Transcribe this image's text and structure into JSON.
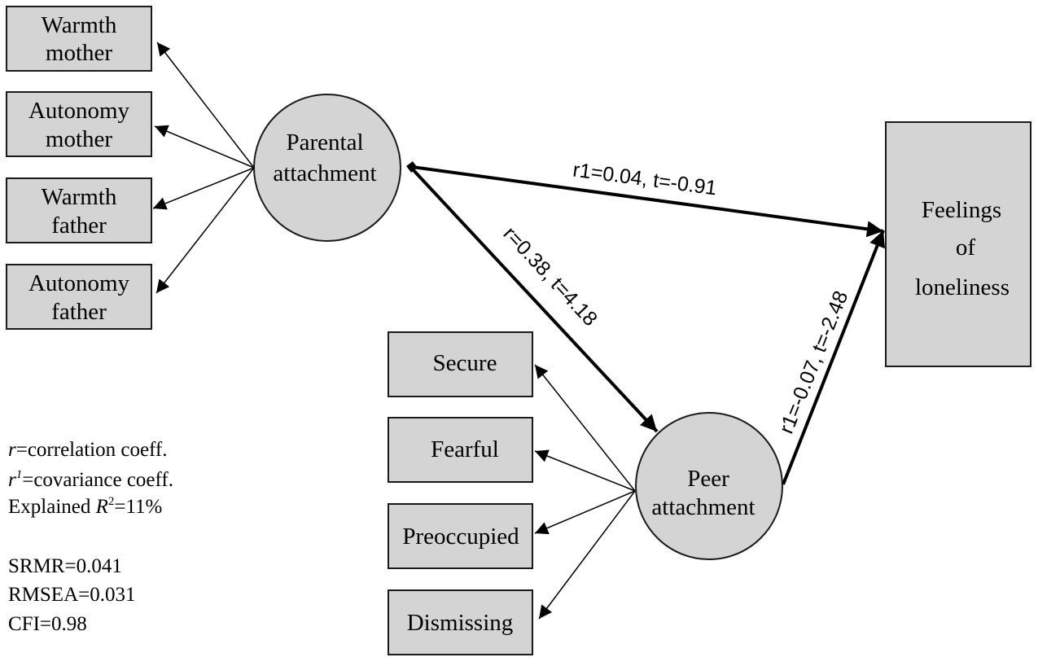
{
  "boxes": {
    "warmth_mother": [
      "Warmth",
      "mother"
    ],
    "autonomy_mother": [
      "Autonomy",
      "mother"
    ],
    "warmth_father": [
      "Warmth",
      "father"
    ],
    "autonomy_father": [
      "Autonomy",
      "father"
    ],
    "secure": "Secure",
    "fearful": "Fearful",
    "preoccupied": "Preoccupied",
    "dismissing": "Dismissing",
    "loneliness": [
      "Feelings",
      "of",
      "loneliness"
    ]
  },
  "nodes": {
    "parental": [
      "Parental",
      "attachment"
    ],
    "peer": [
      "Peer",
      "attachment"
    ]
  },
  "edges": {
    "parental_to_loneliness": "r1=0.04, t=-0.91",
    "parental_to_peer": "r=0.38, t=4.18",
    "peer_to_loneliness": "r1=-0.07, t=-2.48"
  },
  "legend": {
    "r_symbol": "r",
    "r_text": "=correlation coeff.",
    "r1_symbol": "r",
    "r1_sup": "1",
    "r1_text": "=covariance   coeff.",
    "explained_prefix": "Explained ",
    "explained_symbol": "R",
    "explained_sup": "2",
    "explained_suffix": "=11%",
    "srmr": "SRMR=0.041",
    "rmsea": "RMSEA=0.031",
    "cfi": "CFI=0.98"
  }
}
